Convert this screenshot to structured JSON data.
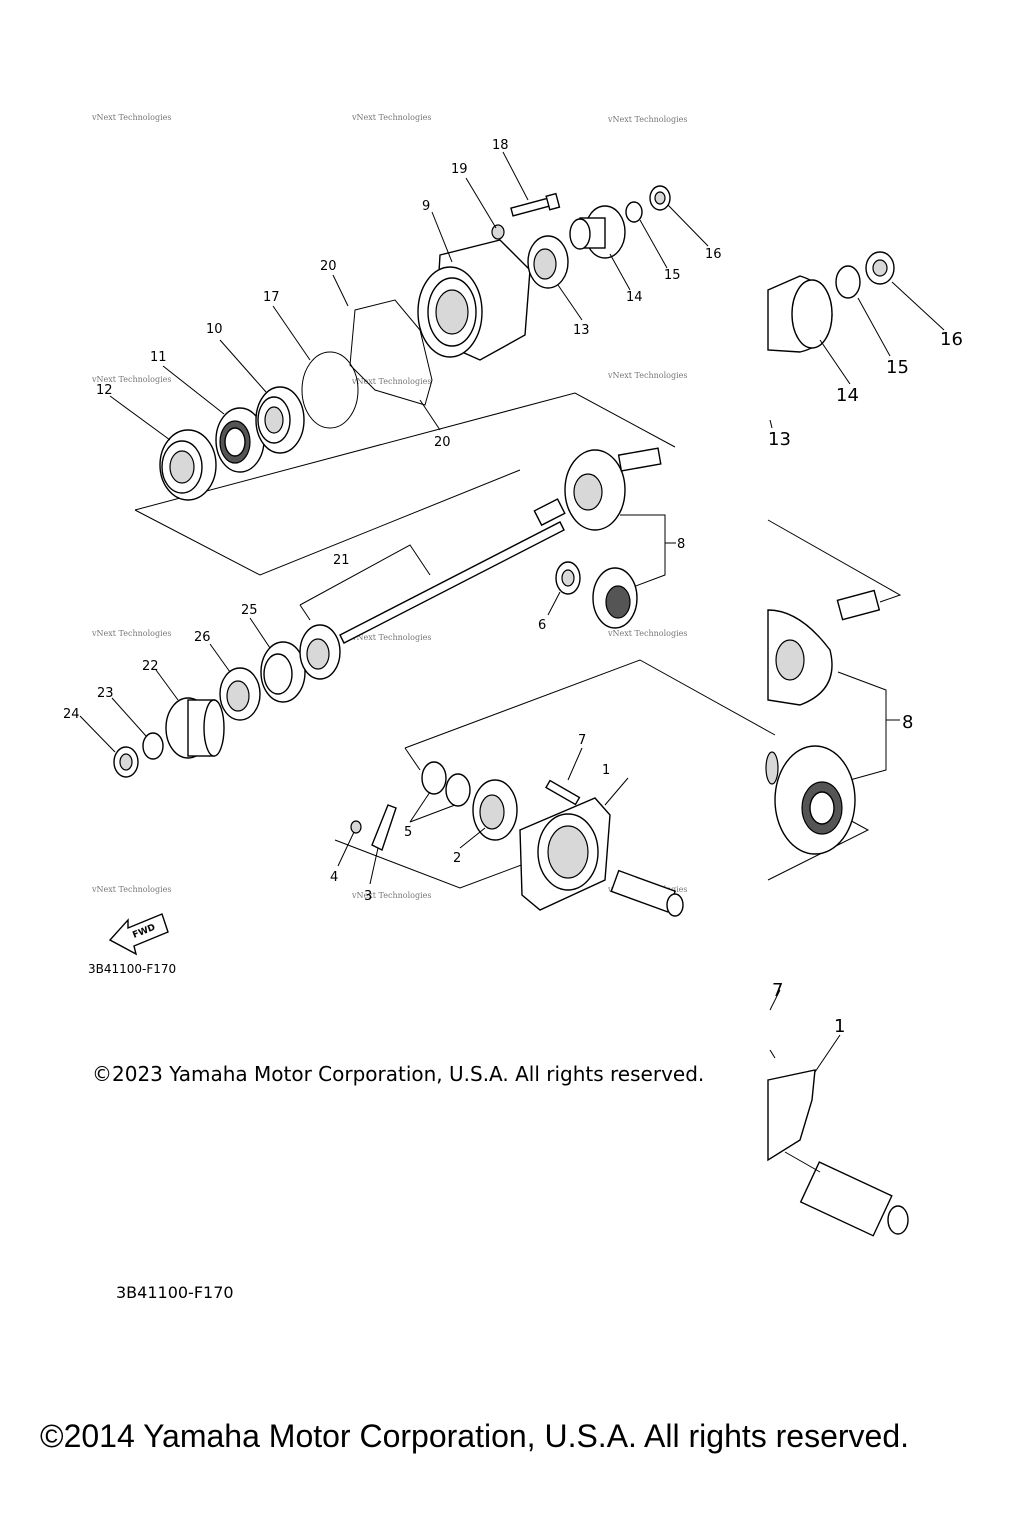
{
  "callouts": {
    "c1": "1",
    "c2": "2",
    "c3": "3",
    "c4": "4",
    "c5": "5",
    "c6": "6",
    "c7": "7",
    "c8": "8",
    "c9": "9",
    "c10": "10",
    "c11": "11",
    "c12": "12",
    "c13": "13",
    "c14": "14",
    "c15": "15",
    "c16": "16",
    "c17": "17",
    "c18": "18",
    "c19": "19",
    "c20": "20",
    "c21": "21",
    "c22": "22",
    "c23": "23",
    "c24": "24",
    "c25": "25",
    "c26": "26"
  },
  "inset_callouts": {
    "c1": "1",
    "c7": "7",
    "c8": "8",
    "c13": "13",
    "c14": "14",
    "c15": "15",
    "c16": "16"
  },
  "watermark": "vNext Technologies",
  "fwd_label": "FWD",
  "diagram_code": "3B41100-F170",
  "diagram_code_large": "3B41100-F170",
  "copyright_2023": "©2023 Yamaha Motor Corporation, U.S.A. All rights reserved.",
  "copyright_2014": "©2014 Yamaha Motor Corporation, U.S.A. All rights reserved."
}
